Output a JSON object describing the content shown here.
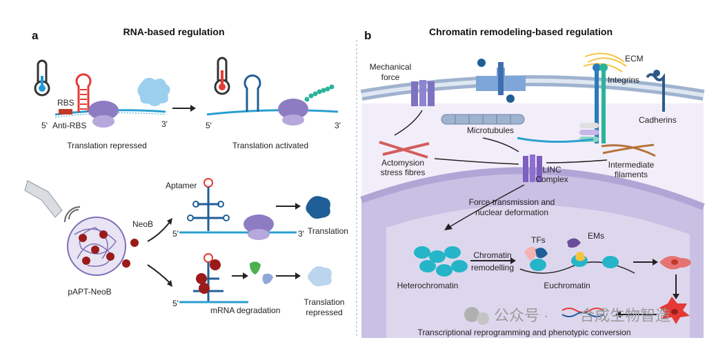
{
  "panel_a": {
    "letter": "a",
    "title": "RNA-based regulation",
    "rbs": "RBS",
    "anti_rbs": "Anti-RBS",
    "five_prime": "5'",
    "three_prime": "3'",
    "translation_repressed": "Translation repressed",
    "translation_activated": "Translation activated",
    "aptamer": "Aptamer",
    "neob": "NeoB",
    "translation": "Translation",
    "papt_neob": "pAPT-NeoB",
    "mrna_degradation": "mRNA degradation",
    "translation_repressed_lower": [
      "Translation",
      "repressed"
    ]
  },
  "panel_b": {
    "letter": "b",
    "title": "Chromatin remodeling-based regulation",
    "mechanical_force": [
      "Mechanical",
      "force"
    ],
    "ecm": "ECM",
    "integrins": "Integrins",
    "cadherins": "Cadherins",
    "microtubules": "Microtubules",
    "actomyosin": [
      "Actomysion",
      "stress fibres"
    ],
    "intermediate_filaments": [
      "Intermediate",
      "filaments"
    ],
    "linc": [
      "LINC",
      "Complex"
    ],
    "force_transmission": [
      "Force transmission and",
      "nuclear deformation"
    ],
    "heterochromatin": "Heterochromatin",
    "chromatin_remodelling": [
      "Chromatin",
      "remodelling"
    ],
    "tfs": "TFs",
    "ems": "EMs",
    "euchromatin": "Euchromatin",
    "transcriptional_reprogramming": "Transcriptional reprogramming and phenotypic conversion"
  },
  "watermark": {
    "platform": "公众号 ·",
    "account": "合成生物智造"
  }
}
